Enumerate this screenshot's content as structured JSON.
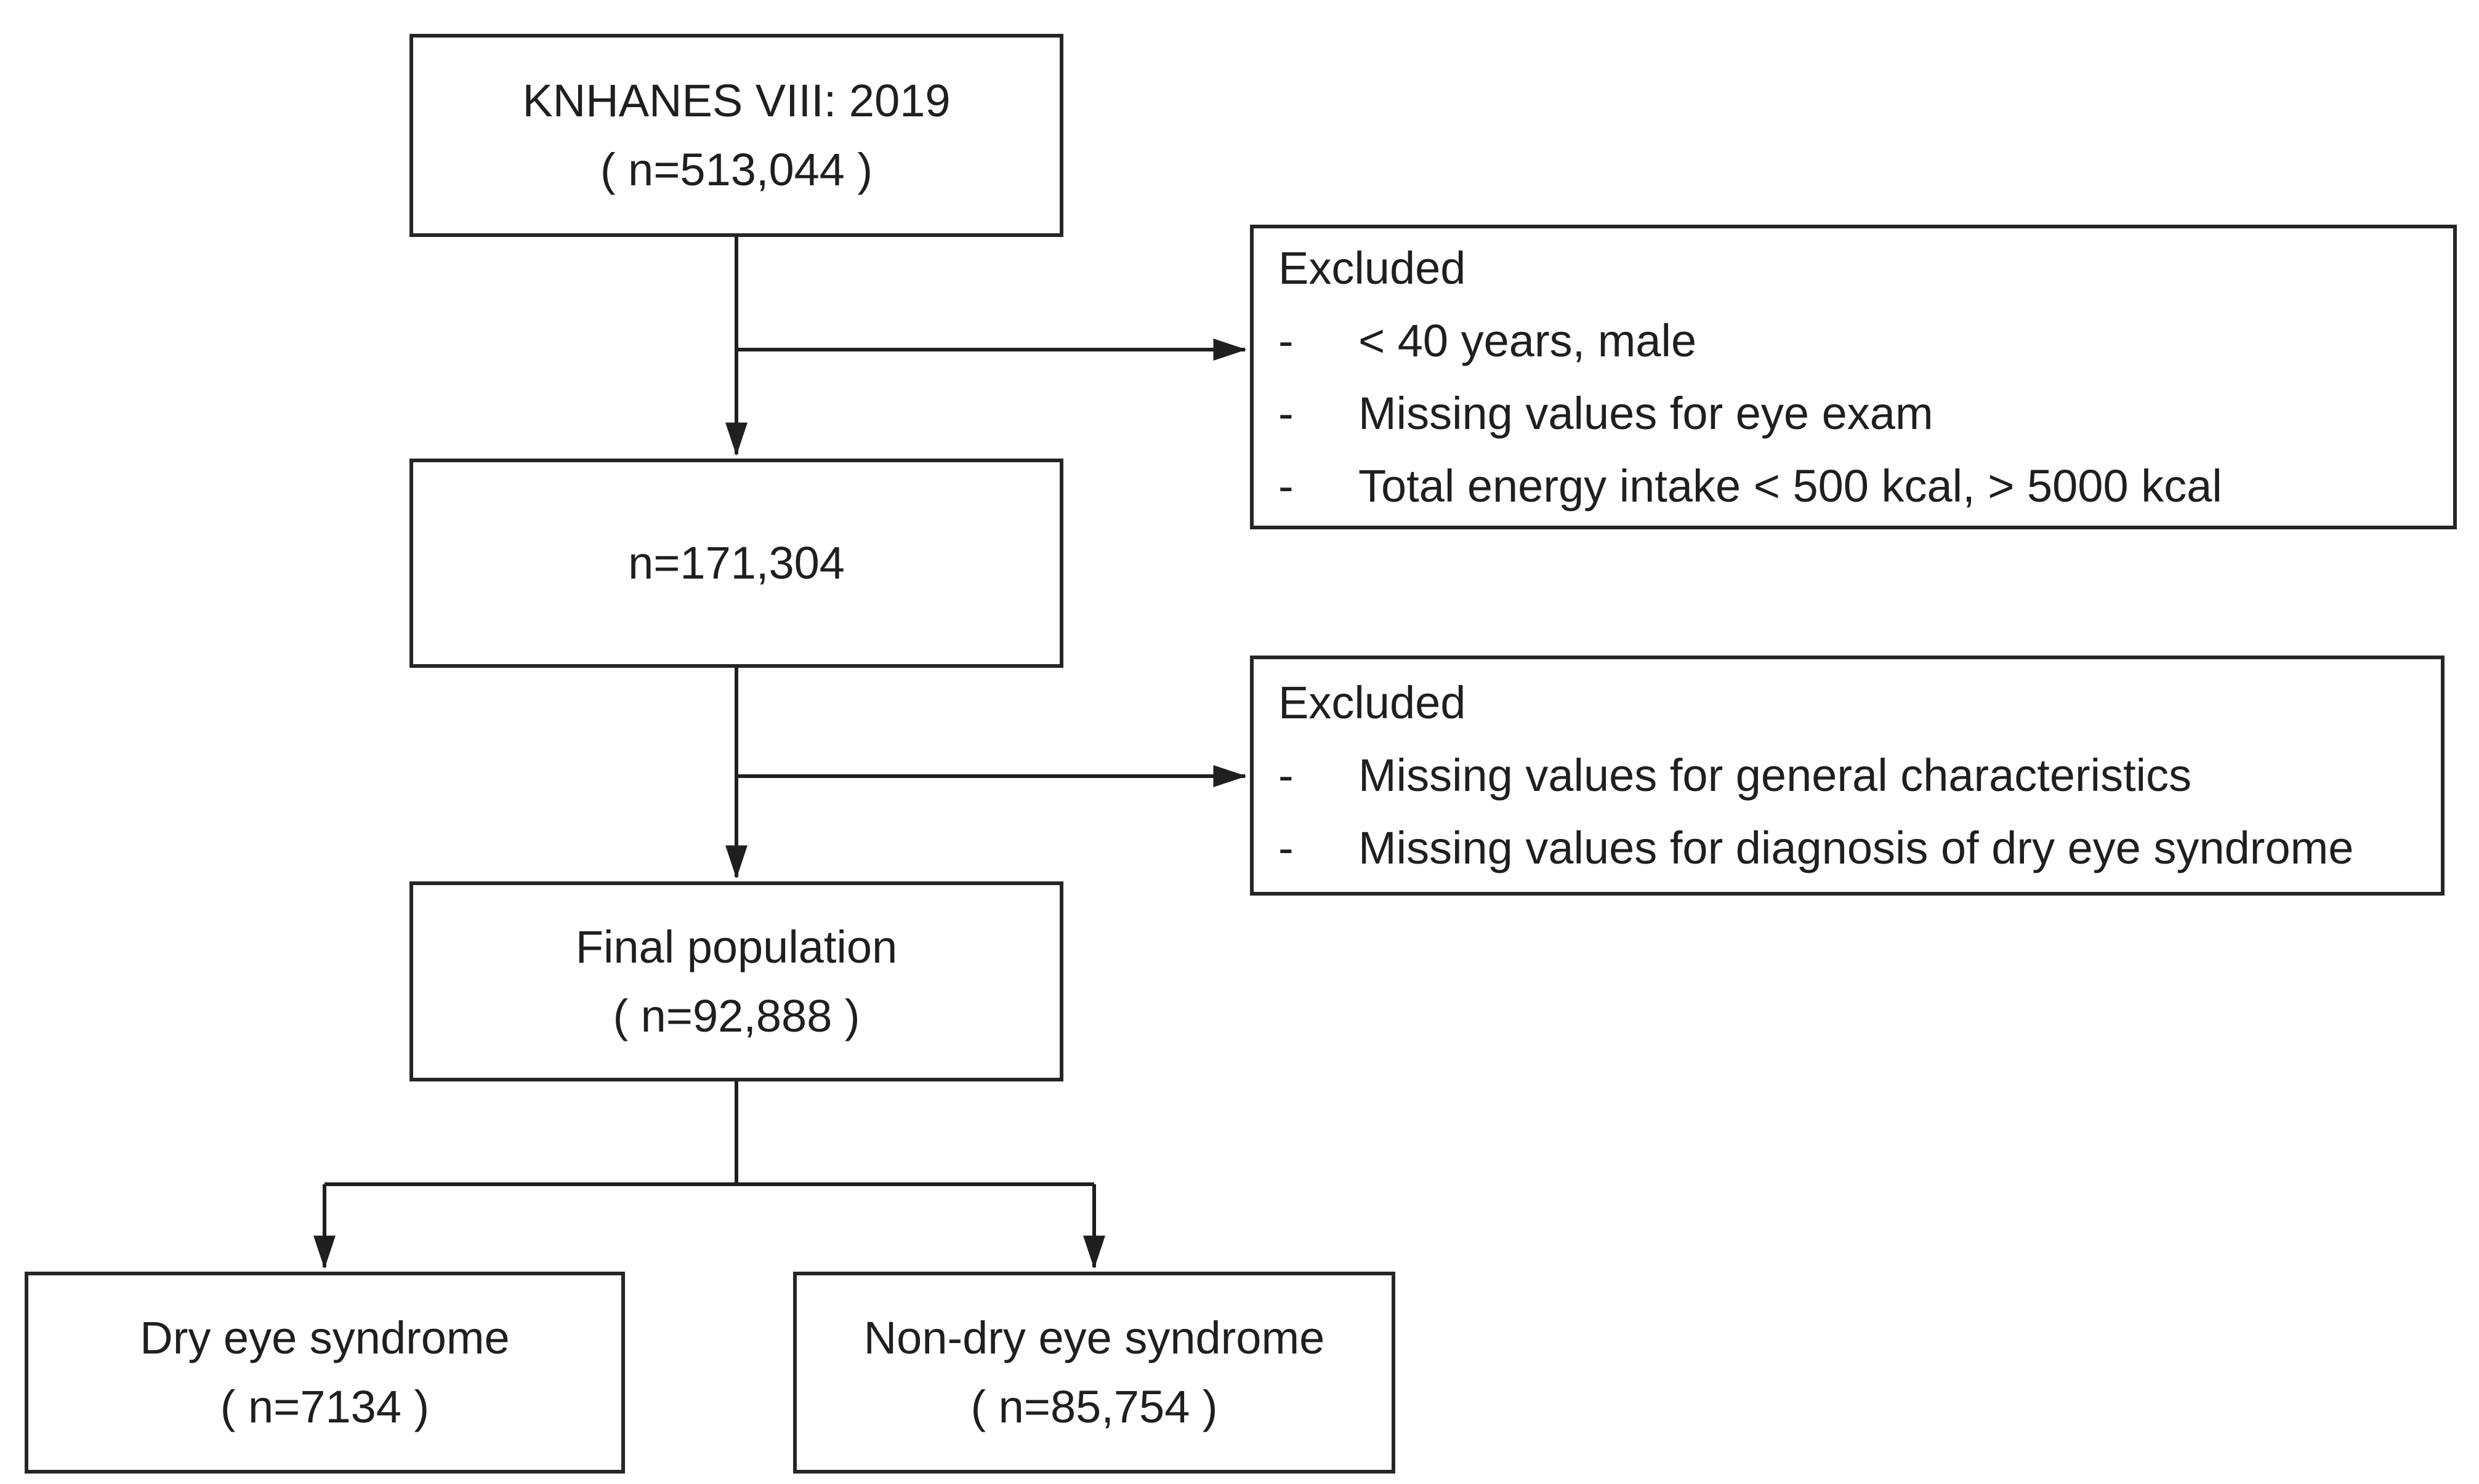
{
  "flow": {
    "box_knhanes": {
      "line1": "KNHANES VIII: 2019",
      "line2": "( n=513,044 )"
    },
    "excluded1": {
      "title": "Excluded",
      "bullet": "-",
      "items": [
        "< 40 years, male",
        "Missing values for eye exam",
        "Total energy intake < 500 kcal, > 5000 kcal"
      ]
    },
    "box_n171304": {
      "line1": "n=171,304"
    },
    "excluded2": {
      "title": "Excluded",
      "bullet": "-",
      "items": [
        "Missing values for general characteristics",
        "Missing values for diagnosis of dry eye syndrome"
      ]
    },
    "box_final": {
      "line1": "Final population",
      "line2": "( n=92,888 )"
    },
    "box_dry": {
      "line1": "Dry eye syndrome",
      "line2": "( n=7134 )"
    },
    "box_nondry": {
      "line1": "Non-dry eye syndrome",
      "line2": "( n=85,754 )"
    },
    "colors": {
      "line": "#1f1f1f",
      "border": "#262626",
      "background": "#ffffff",
      "text": "#1f1f1f"
    }
  }
}
